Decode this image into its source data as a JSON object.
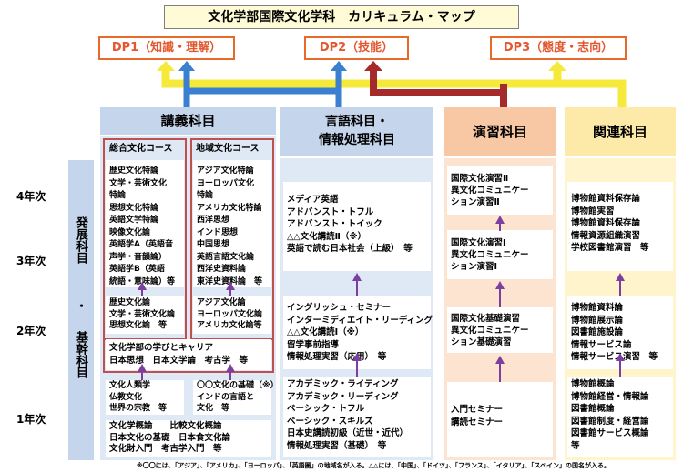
{
  "title": "文化学部国際文化学科　カリキュラム・マップ",
  "dp": [
    "DP1（知識・理解）",
    "DP2（技能）",
    "DP3（態度・志向）"
  ],
  "years": [
    "4年次",
    "3年次",
    "2年次",
    "1年次"
  ],
  "side_label": {
    "top": "発展科目",
    "dot": "・",
    "bottom": "基幹科目"
  },
  "columns": {
    "lecture": {
      "title": "講義科目",
      "course_a": "総合文化コース",
      "course_b": "地域文化コース",
      "a_upper": "歴史文化特論\n文学・芸術文化\n特論\n思想文化特論\n英語文学特論\n映像文化論\n英語学A（英語音\n声学・音韻論）\n英語学B（英語\n統語・意味論）等",
      "b_upper": "アジア文化特論\nヨーロッパ文化\n特論\nアメリカ文化特論\n西洋思想\nインド思想\n中国思想\n英語言語文化論\n西洋史資料論\n東洋史資料論　等",
      "a_mid": "歴史文化論\n文学・芸術文化論\n思想文化論　等",
      "b_mid": "アジア文化論\nヨーロッパ文化論\nアメリカ文化論等",
      "mid_span": "文化学部の学びとキャリア\n日本思想　日本文学論　考古学　等",
      "a_low": "文化人類学\n仏教文化\n世界の宗教　等",
      "b_low": "〇〇文化の基礎（※）\nインドの言語と\n文化　等",
      "low_span": "文化学概論　　比較文化概論\n日本文化の基礎　日本食文化論\n文化財入門　考古学入門　等"
    },
    "language": {
      "title": "言語科目・\n情報処理科目",
      "upper": "メディア英語\nアドバンスト・トフル\nアドバンスト・トイック\n△△文化講読Ⅱ（※）\n英語で読む日本社会（上級）　等",
      "mid": "イングリッシュ・セミナー\nインターミディエイト・リーディング\n△△文化講読Ⅰ（※）\n留学事前指導\n情報処理実習（応用）　等",
      "low": "アカデミック・ライティング\nアカデミック・リーディング\nベーシック・トフル\nベーシック・スキルズ\n日本史講読初級（近世・近代）\n情報処理実習（基礎）　等"
    },
    "seminar": {
      "title": "演習科目",
      "y4": "国際文化演習Ⅱ\n異文化コミュニケー\nション演習Ⅱ",
      "y3": "国際文化演習Ⅰ\n異文化コミュニケー\nション演習Ⅰ",
      "y2": "国際文化基礎演習\n異文化コミュニケー\nション基礎演習",
      "y1": "入門セミナー\n講読セミナー"
    },
    "related": {
      "title": "関連科目",
      "upper": "博物館資料保存論\n博物館実習\n博物館資料保存論\n情報資源組織演習\n学校図書館演習　等",
      "mid": "博物館資料論\n博物館展示論\n図書館施設論\n情報サービス論\n情報サービス演習　等",
      "low": "博物館概論\n博物館経営・情報論\n図書館概論\n図書館制度・経営論\n図書館サービス概論\n等"
    }
  },
  "footnote": "※〇〇には、「アジア」、「アメリカ」、「ヨーロッパ」、「英語圏」の地域名が入る。△△には、「中国」、「ドイツ」、「フランス」、「イタリア」、「スペイン」の国名が入る。",
  "colors": {
    "dp_border": "#e86a2a",
    "arrow_blue": "#3a7fd0",
    "arrow_red": "#a52a2a",
    "arrow_yellow": "#f5ea3c",
    "arrow_purple": "#7b3fa0"
  }
}
